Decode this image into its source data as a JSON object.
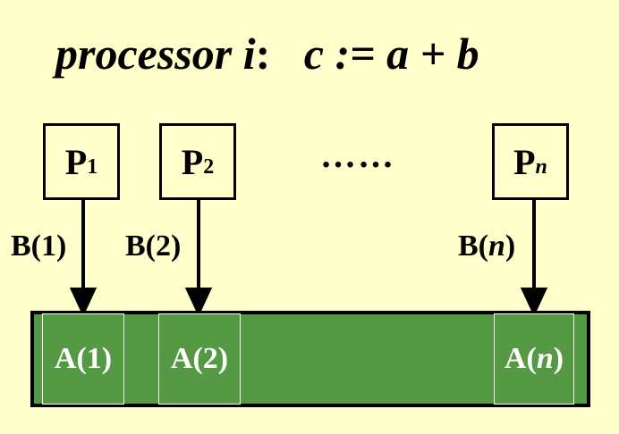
{
  "title": {
    "prefix": "processor ",
    "index_var": "i",
    "separator": ":",
    "statement": "c := a + b"
  },
  "processors": [
    {
      "base": "P",
      "sub": "1",
      "sub_italic": false
    },
    {
      "base": "P",
      "sub": "2",
      "sub_italic": false
    },
    {
      "base": "P",
      "sub": "n",
      "sub_italic": true
    }
  ],
  "ellipsis": "……",
  "b_labels": [
    {
      "pre": "B(",
      "var": "1",
      "post": ")",
      "italic": false
    },
    {
      "pre": "B(",
      "var": "2",
      "post": ")",
      "italic": false
    },
    {
      "pre": "B(",
      "var": "n",
      "post": ")",
      "italic": true
    }
  ],
  "memory_cells": [
    {
      "pre": "A(",
      "var": "1",
      "post": ")",
      "italic": false
    },
    {
      "pre": "A(",
      "var": "2",
      "post": ")",
      "italic": false
    },
    {
      "pre": "A(",
      "var": "n",
      "post": ")",
      "italic": true
    }
  ],
  "colors": {
    "background": "#FFFFCC",
    "memory_fill": "#559944",
    "cell_text": "#FFFFFF",
    "ink": "#000000"
  }
}
